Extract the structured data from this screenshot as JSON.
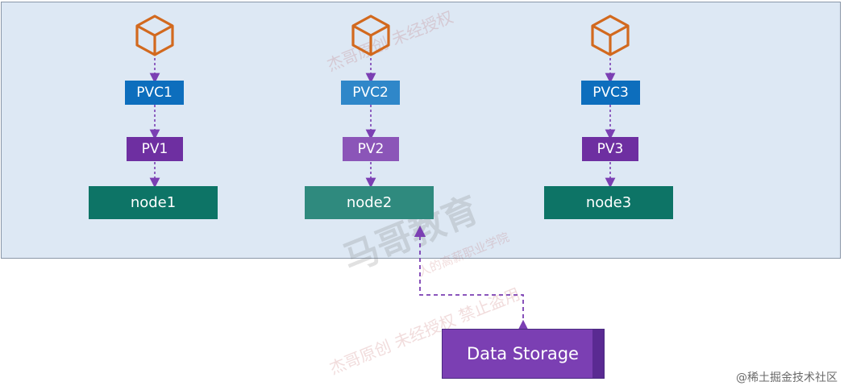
{
  "diagram": {
    "columns": [
      {
        "pvc": "PVC1",
        "pv": "PV1",
        "node": "node1"
      },
      {
        "pvc": "PVC2",
        "pv": "PV2",
        "node": "node2"
      },
      {
        "pvc": "PVC3",
        "pv": "PV3",
        "node": "node3"
      }
    ],
    "storage": "Data Storage",
    "colors": {
      "pod_icon": "#d2691e",
      "pvc": "#0d6ebd",
      "pv": "#6e2fa1",
      "node": "#0d7466",
      "storage": "#7b3fb3",
      "arrow": "#7b3fb3",
      "cluster_bg": "#dde8f4"
    },
    "icons": [
      "cube-icon"
    ]
  },
  "watermarks": {
    "logo": "马哥教育",
    "tagline": "人的高薪职业学院",
    "stamp_text_1": "杰哥原创 未经授权 禁止盗用",
    "stamp_text_2": "杰哥原创 未经授权"
  },
  "credit": "@稀土掘金技术社区"
}
